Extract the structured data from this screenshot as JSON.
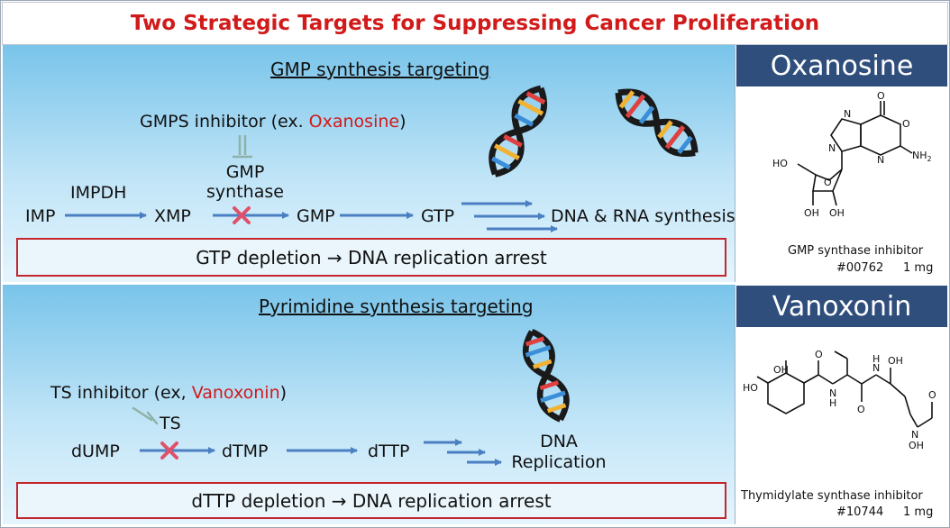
{
  "title": "Two Strategic Targets for Suppressing Cancer Proliferation",
  "gmp": {
    "section_title": "GMP synthesis targeting",
    "inhibitor_prefix": "GMPS inhibitor   (ex. ",
    "inhibitor_name": "Oxanosine",
    "inhibitor_suffix": ")",
    "enzyme_line1": "GMP",
    "enzyme_line2": "synthase",
    "impdh": "IMPDH",
    "nodes": [
      "IMP",
      "XMP",
      "GMP",
      "GTP"
    ],
    "product": "DNA & RNA synthesis",
    "result": "GTP depletion →  DNA replication arrest"
  },
  "pyr": {
    "section_title": "Pyrimidine synthesis targeting",
    "inhibitor_prefix": "TS inhibitor (ex, ",
    "inhibitor_name": "Vanoxonin",
    "inhibitor_suffix": ")",
    "enzyme": "TS",
    "nodes": [
      "dUMP",
      "dTMP",
      "dTTP"
    ],
    "product_line1": "DNA",
    "product_line2": "Replication",
    "result": "dTTP depletion →  DNA replication arrest"
  },
  "oxanosine": {
    "header": "Oxanosine",
    "caption1": "GMP synthase inhibitor",
    "catalog": "#00762",
    "amount": "1 mg",
    "atoms": {
      "n": "N",
      "o": "O",
      "nh2": "NH",
      "sub2": "2",
      "ho": "HO",
      "oh": "OH"
    }
  },
  "vanoxonin": {
    "header": "Vanoxonin",
    "caption1": "Thymidylate synthase inhibitor",
    "catalog": "#10744",
    "amount": "1 mg",
    "atoms": {
      "oh": "OH",
      "ho": "HO",
      "o": "O",
      "n": "N",
      "h": "H"
    }
  },
  "colors": {
    "accent_red": "#d11a1a",
    "arrow_blue": "#4a7fc1",
    "header_navy": "#2f4e7c",
    "cross_pink": "#e0506a"
  }
}
